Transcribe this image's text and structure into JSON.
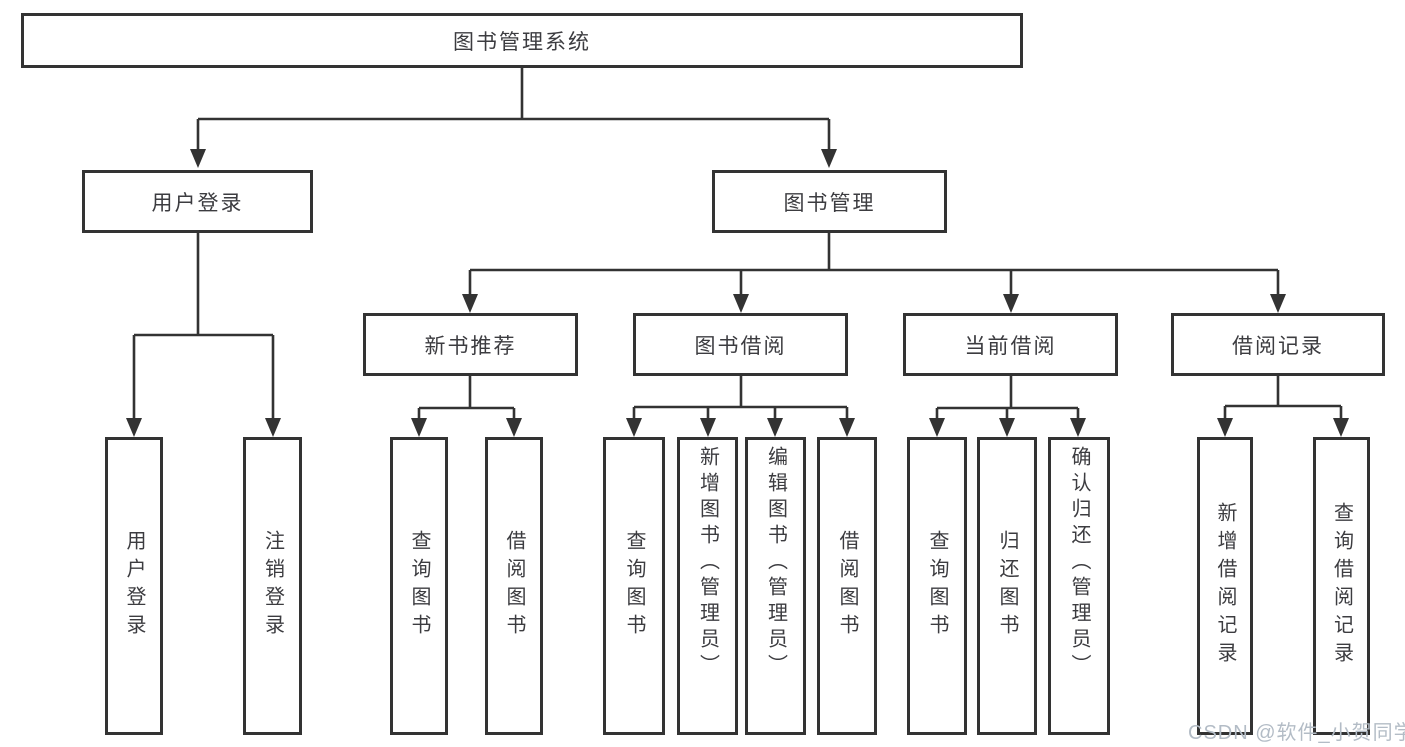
{
  "title": "图书管理系统",
  "branches": [
    {
      "label": "用户登录",
      "children": [
        {
          "label": "用户登录"
        },
        {
          "label": "注销登录"
        }
      ]
    },
    {
      "label": "图书管理",
      "children": [
        {
          "label": "新书推荐",
          "children": [
            {
              "label": "查询图书"
            },
            {
              "label": "借阅图书"
            }
          ]
        },
        {
          "label": "图书借阅",
          "children": [
            {
              "label": "查询图书"
            },
            {
              "label": "新增图书（管理员）"
            },
            {
              "label": "编辑图书（管理员）"
            },
            {
              "label": "借阅图书"
            }
          ]
        },
        {
          "label": "当前借阅",
          "children": [
            {
              "label": "查询图书"
            },
            {
              "label": "归还图书"
            },
            {
              "label": "确认归还（管理员）"
            }
          ]
        },
        {
          "label": "借阅记录",
          "children": [
            {
              "label": "新增借阅记录"
            },
            {
              "label": "查询借阅记录"
            }
          ]
        }
      ]
    }
  ],
  "watermark": "CSDN @软件_小贺同学",
  "colors": {
    "line": "#333333",
    "text": "#3c3c40",
    "bg": "#ffffff",
    "watermark": "#b3bcc6"
  }
}
